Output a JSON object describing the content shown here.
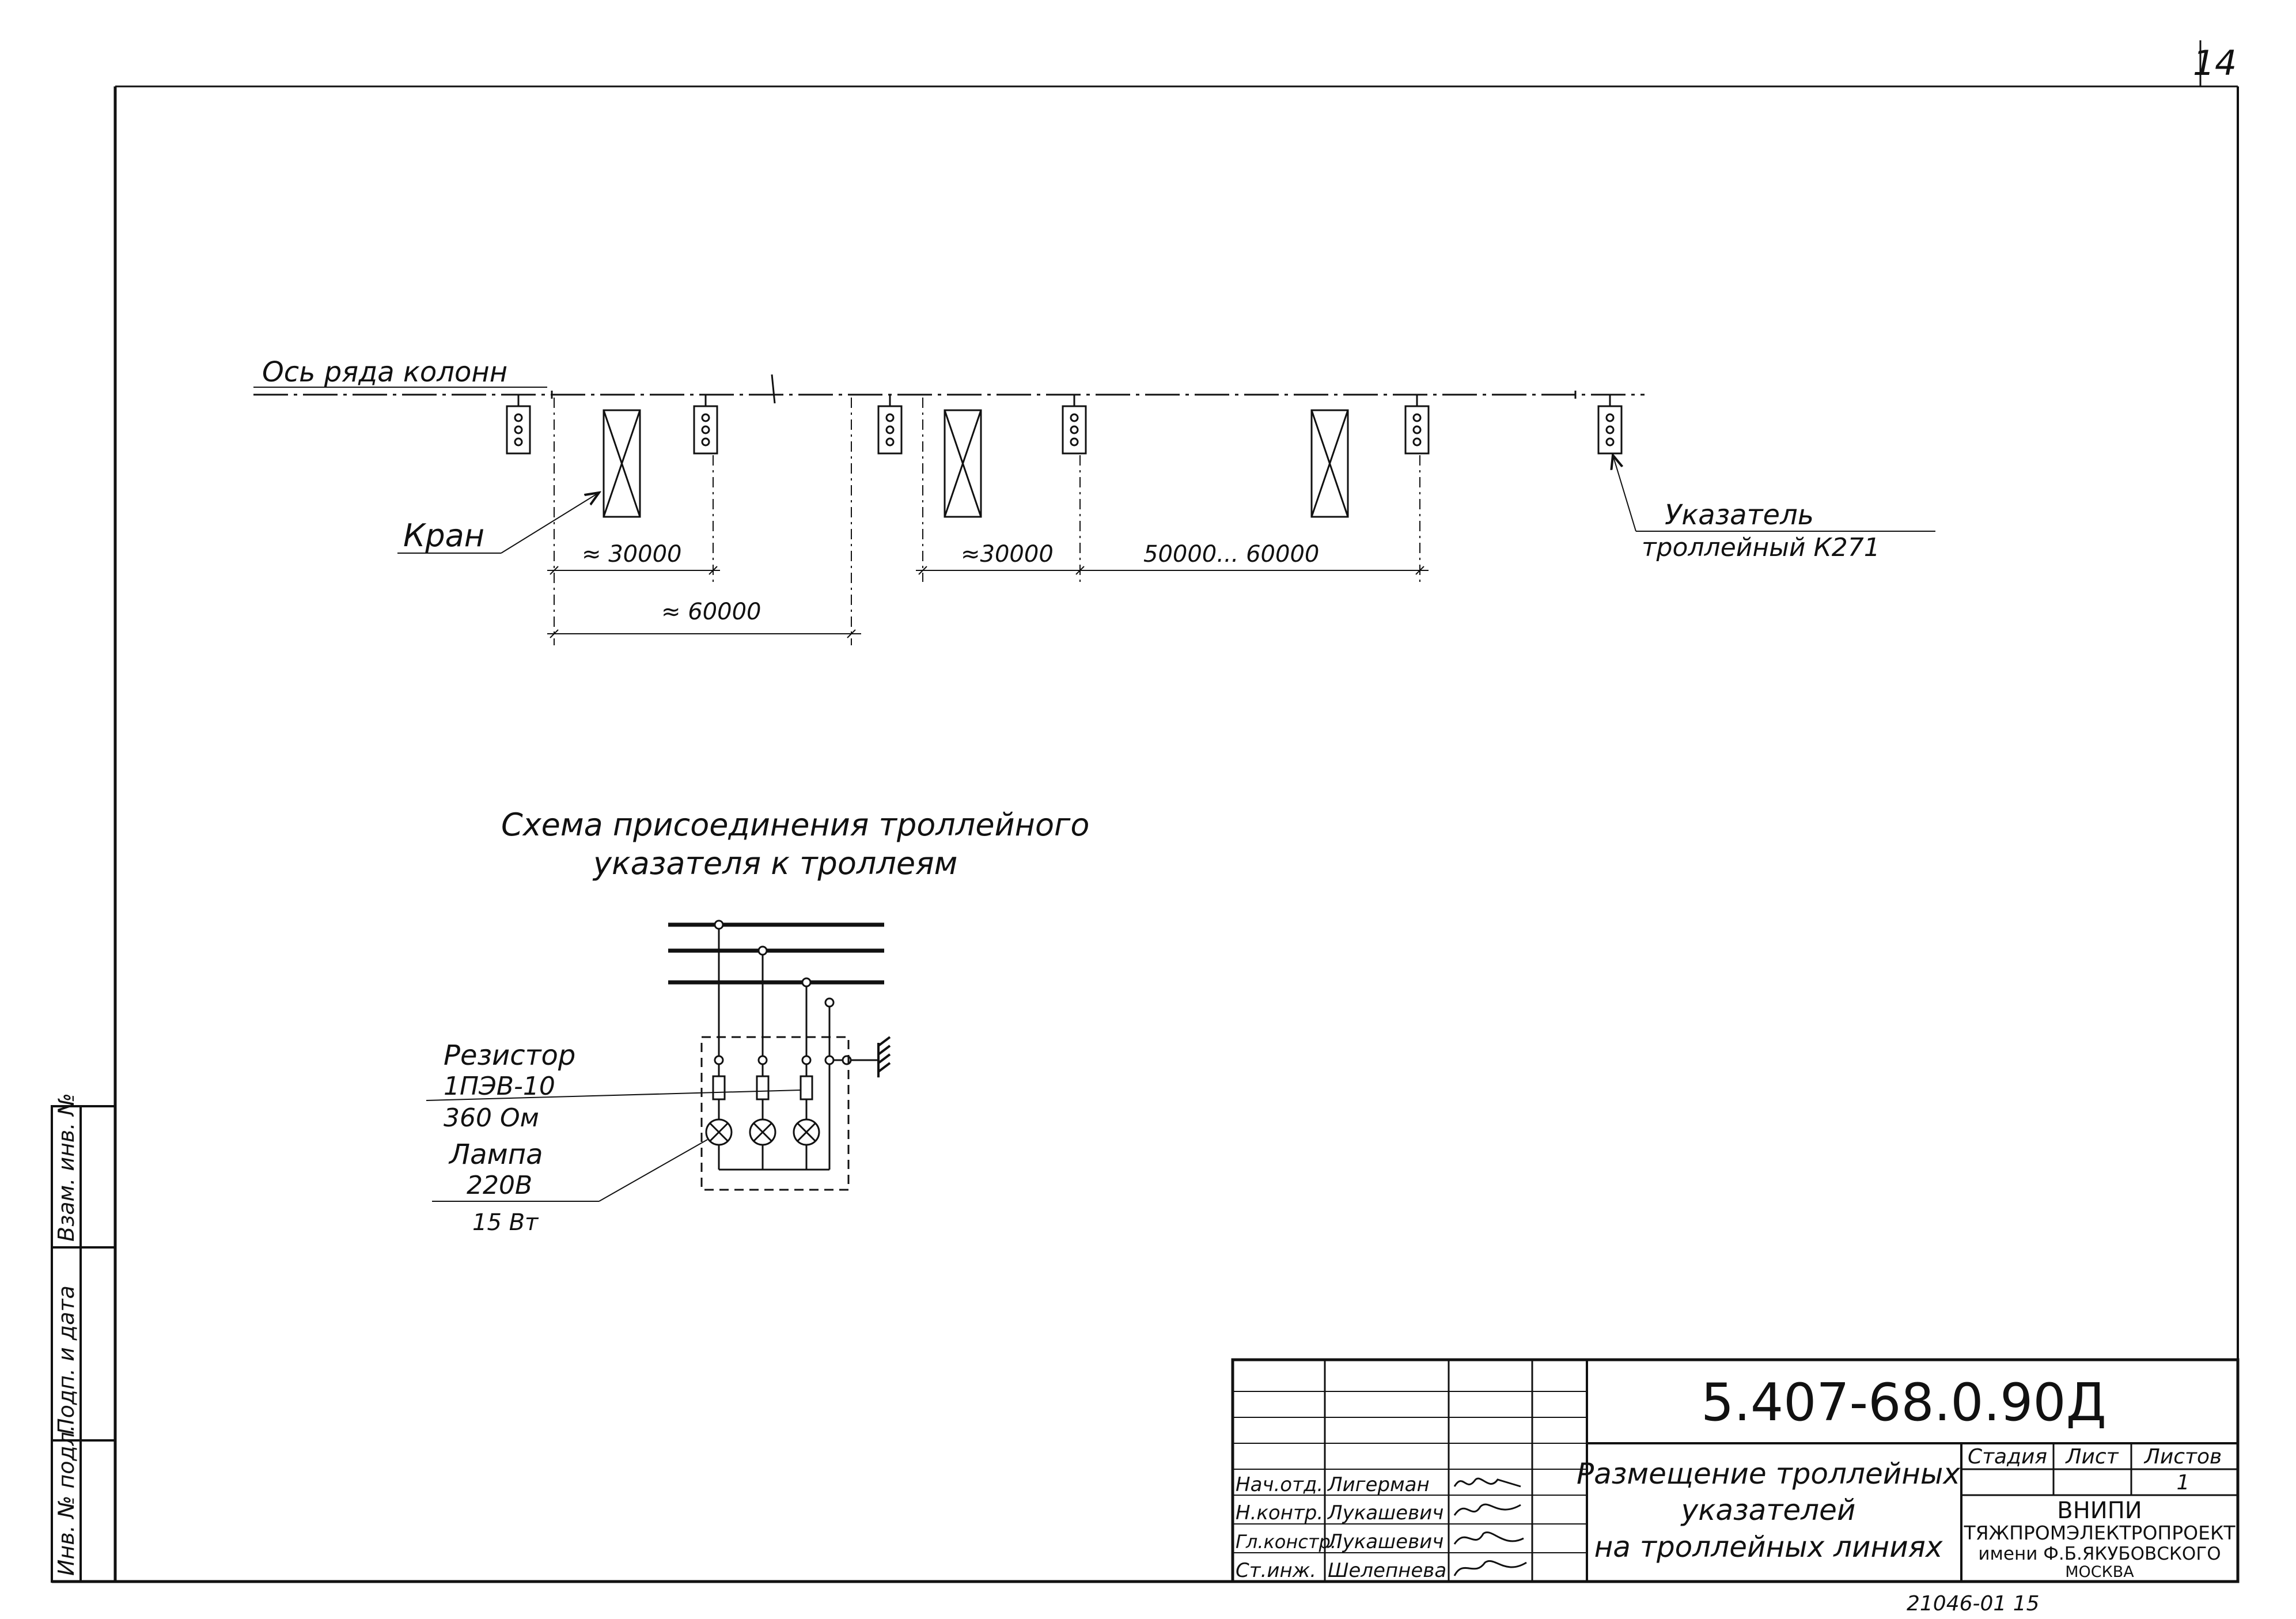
{
  "page_number": "14",
  "sheet_code_bottom": "21046-01   15",
  "layout_plan": {
    "axis_label": "Ось ряда колонн",
    "crane_label": "Кран",
    "indicator_label_line1": "Указатель",
    "indicator_label_line2": "троллейный К271",
    "dim_30000_a": "≈ 30000",
    "dim_60000": "≈ 60000",
    "dim_30000_b": "≈30000",
    "dim_50000": "50000... 60000"
  },
  "schematic": {
    "title_line1": "Схема присоединения троллейного",
    "title_line2": "указателя к троллеям",
    "resistor_label": "Резистор",
    "resistor_type": "1ПЭВ-10",
    "resistor_value": "360 Ом",
    "lamp_label": "Лампа",
    "lamp_voltage": "220В",
    "lamp_power": "15 Вт"
  },
  "side_stamp": {
    "inv_podl": "Инв. № подл.",
    "podp_data": "Подп. и дата",
    "vzam_inv": "Взам. инв. №"
  },
  "title_block": {
    "doc_number": "5.407-68.0.90Д",
    "doc_title_line1": "Размещение троллейных",
    "doc_title_line2": "указателей",
    "doc_title_line3": "на троллейных линиях",
    "stage_header": "Стадия",
    "sheet_header": "Лист",
    "sheets_header": "Листов",
    "sheet_value": "1",
    "org_line1": "ВНИПИ",
    "org_line2": "ТЯЖПРОМЭЛЕКТРОПРОЕКТ",
    "org_line3": "имени Ф.Б.ЯКУБОВСКОГО",
    "org_line4": "МОСКВА",
    "roles": [
      {
        "role": "Нач.отд.",
        "name": "Лигерман"
      },
      {
        "role": "Н.контр.",
        "name": "Лукашевич"
      },
      {
        "role": "Гл.констр.",
        "name": "Лукашевич"
      },
      {
        "role": "Ст.инж.",
        "name": "Шелепнева"
      }
    ]
  }
}
